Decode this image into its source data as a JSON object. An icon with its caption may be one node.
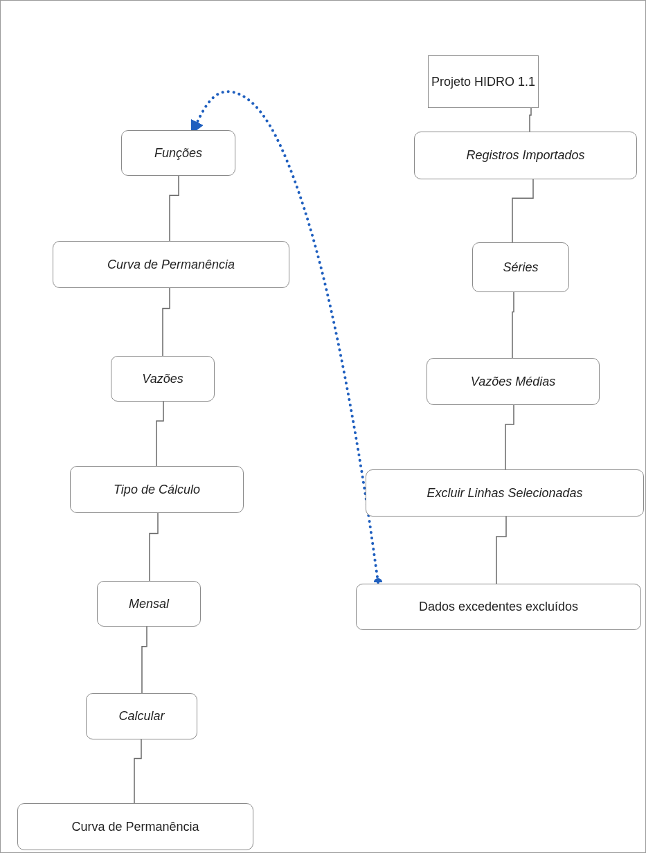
{
  "diagram": {
    "nodes": [
      {
        "text": [
          "Projeto HIDRO 1.1"
        ]
      },
      {
        "text": [
          "Registros Importados"
        ]
      },
      {
        "text": [
          "Séries"
        ]
      },
      {
        "text": [
          "Vazões Médias"
        ]
      },
      {
        "text": [
          "Excluir Linhas Selecionadas"
        ]
      },
      {
        "text": [
          "Dados excedentes excluídos"
        ]
      },
      {
        "text": [
          "Funções"
        ]
      },
      {
        "text": [
          "Curva de Permanência"
        ]
      },
      {
        "text": [
          "Vazões"
        ]
      },
      {
        "text": [
          "Tipo de Cálculo"
        ]
      },
      {
        "text": [
          "Mensal"
        ]
      },
      {
        "text": [
          "Calcular"
        ]
      },
      {
        "text": [
          "Curva de Permanência"
        ]
      }
    ],
    "edges": [
      {
        "from": 0,
        "to": 1,
        "arrow": "none"
      },
      {
        "from": 1,
        "to": 2,
        "arrow": "none"
      },
      {
        "from": 2,
        "to": 3,
        "arrow": "none"
      },
      {
        "from": 3,
        "to": 4,
        "arrow": "none"
      },
      {
        "from": 4,
        "to": 5,
        "arrow": "none"
      },
      {
        "from": 6,
        "to": 7,
        "arrow": "none"
      },
      {
        "from": 7,
        "to": 8,
        "arrow": "none"
      },
      {
        "from": 8,
        "to": 9,
        "arrow": "none"
      },
      {
        "from": 9,
        "to": 10,
        "arrow": "none"
      },
      {
        "from": 10,
        "to": 11,
        "arrow": "none"
      },
      {
        "from": 11,
        "to": 12,
        "arrow": "none"
      },
      {
        "from": 5,
        "to": 6,
        "arrow": "to",
        "style": "dashed",
        "color": "#1f5fbf"
      }
    ]
  }
}
